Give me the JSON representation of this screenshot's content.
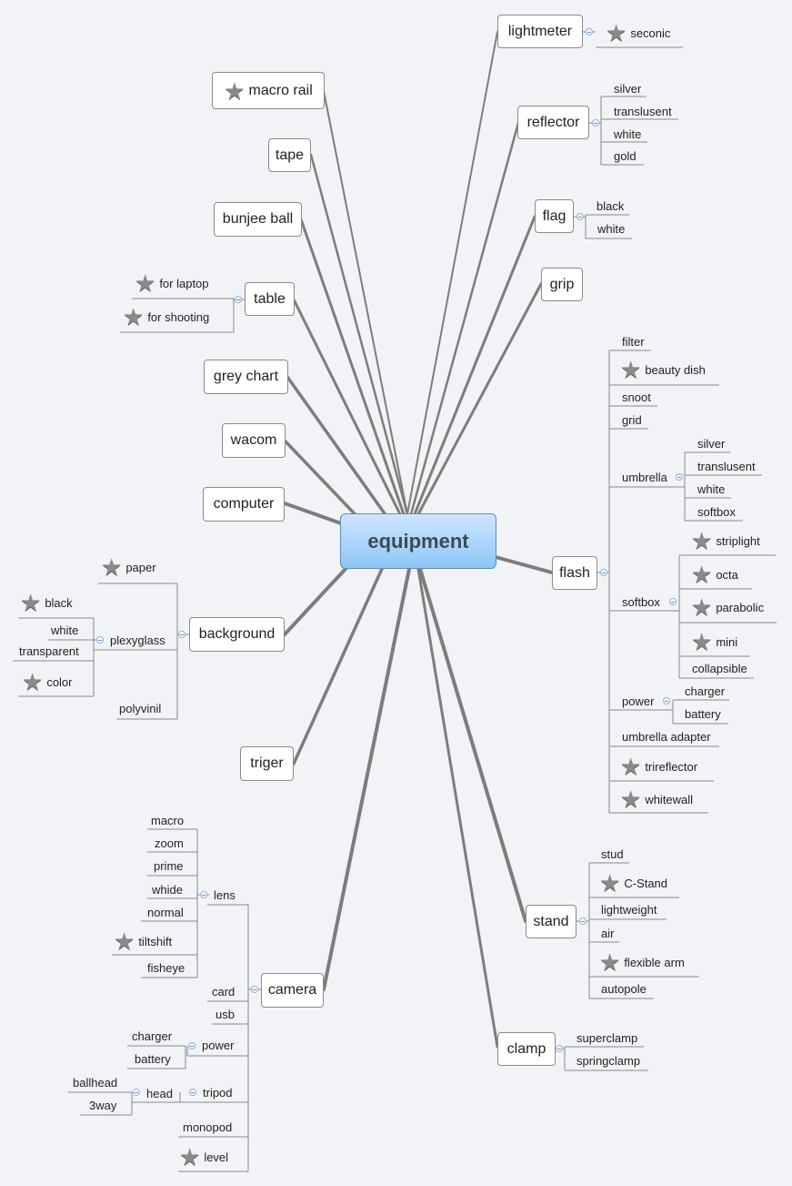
{
  "central": "equipment",
  "topics": {
    "lightmeter": "lightmeter",
    "reflector": "reflector",
    "flag": "flag",
    "grip": "grip",
    "flash": "flash",
    "stand": "stand",
    "clamp": "clamp",
    "macro_rail": "macro rail",
    "tape": "tape",
    "bunjee_ball": "bunjee ball",
    "table": "table",
    "grey_chart": "grey chart",
    "wacom": "wacom",
    "computer": "computer",
    "background": "background",
    "triger": "triger",
    "camera": "camera"
  },
  "lightmeter": {
    "seconic": "seconic"
  },
  "reflector": {
    "silver": "silver",
    "translusent": "translusent",
    "white": "white",
    "gold": "gold"
  },
  "flag": {
    "black": "black",
    "white": "white"
  },
  "flash": {
    "filter": "filter",
    "beauty_dish": "beauty dish",
    "snoot": "snoot",
    "grid": "grid",
    "umbrella": "umbrella",
    "umbrella_items": {
      "silver": "silver",
      "translusent": "translusent",
      "white": "white",
      "softbox": "softbox"
    },
    "softbox": "softbox",
    "softbox_items": {
      "striplight": "striplight",
      "octa": "octa",
      "parabolic": "parabolic",
      "mini": "mini",
      "collapsible": "collapsible"
    },
    "power": "power",
    "power_items": {
      "charger": "charger",
      "battery": "battery"
    },
    "umbrella_adapter": "umbrella adapter",
    "trireflector": "trireflector",
    "whitewall": "whitewall"
  },
  "stand": {
    "stud": "stud",
    "c_stand": "C-Stand",
    "lightweight": "lightweight",
    "air": "air",
    "flexible_arm": "flexible arm",
    "autopole": "autopole"
  },
  "clamp": {
    "superclamp": "superclamp",
    "springclamp": "springclamp"
  },
  "table": {
    "for_laptop": "for laptop",
    "for_shooting": "for shooting"
  },
  "background": {
    "paper": "paper",
    "plexyglass": "plexyglass",
    "plexy_items": {
      "black": "black",
      "white": "white",
      "transparent": "transparent",
      "color": "color"
    },
    "polyvinil": "polyvinil"
  },
  "camera": {
    "lens": "lens",
    "lens_items": {
      "macro": "macro",
      "zoom": "zoom",
      "prime": "prime",
      "whide": "whide",
      "normal": "normal",
      "tiltshift": "tiltshift",
      "fisheye": "fisheye"
    },
    "card": "card",
    "usb": "usb",
    "power": "power",
    "power_items": {
      "charger": "charger",
      "battery": "battery"
    },
    "tripod": "tripod",
    "head": "head",
    "head_items": {
      "ballhead": "ballhead",
      "3way": "3way"
    },
    "monopod": "monopod",
    "level": "level"
  },
  "icons": {
    "star": "star-icon",
    "collapse": "collapse-icon"
  },
  "colors": {
    "link": "#7d7d7d",
    "central_top": "#cfe6ff",
    "central_bottom": "#8cc6f5",
    "background": "#f2f3f7"
  }
}
